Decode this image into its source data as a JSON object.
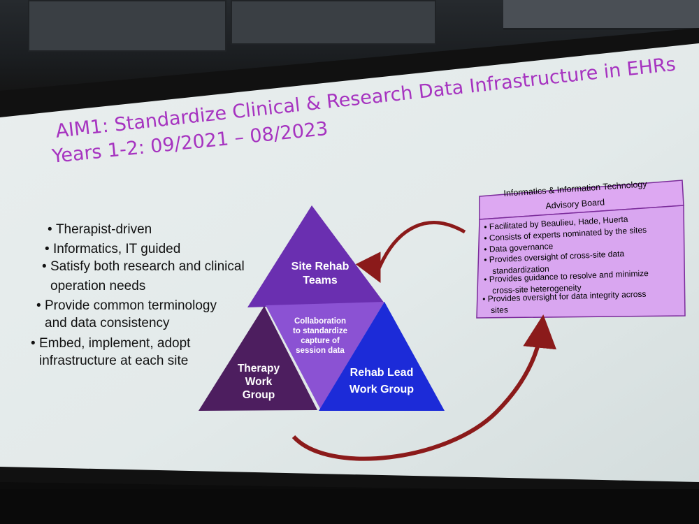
{
  "slide": {
    "title_line1": "AIM1: Standardize Clinical & Research Data Infrastructure in EHRs",
    "title_line2": "Years 1-2: 09/2021 – 08/2023",
    "bullets": [
      {
        "line1": "Therapist-driven",
        "line2": ""
      },
      {
        "line1": "Informatics, IT guided",
        "line2": ""
      },
      {
        "line1": "Satisfy both research and clinical",
        "line2": "operation needs"
      },
      {
        "line1": "Provide common terminology",
        "line2": "and data consistency"
      },
      {
        "line1": "Embed, implement, adopt",
        "line2": "infrastructure at each site"
      }
    ],
    "triangle": {
      "top": {
        "line1": "Site Rehab",
        "line2": "Teams"
      },
      "center": {
        "line1": "Collaboration",
        "line2": "to standardize",
        "line3": "capture of",
        "line4": "session data"
      },
      "left": {
        "line1": "Therapy",
        "line2": "Work",
        "line3": "Group"
      },
      "right": {
        "line1": "Rehab Lead",
        "line2": "Work Group"
      }
    },
    "board": {
      "title_line1": "Informatics & Information Technology",
      "title_line2": "Advisory Board",
      "items": [
        {
          "line1": "Facilitated by Beaulieu, Hade, Huerta",
          "line2": ""
        },
        {
          "line1": "Consists of experts nominated by the sites",
          "line2": ""
        },
        {
          "line1": "Data governance",
          "line2": ""
        },
        {
          "line1": "Provides oversight of cross-site data",
          "line2": "standardization"
        },
        {
          "line1": "Provides guidance to resolve and minimize",
          "line2": "cross-site heterogeneity"
        },
        {
          "line1": "Provides oversight for data integrity across",
          "line2": "sites"
        }
      ]
    },
    "colors": {
      "title": "#a633c0",
      "tri_top": "#6a2fb0",
      "tri_center": "#8a4fd0",
      "tri_left": "#4b1f5e",
      "tri_right": "#1f2ad6",
      "board_fill": "#d9a6f0",
      "board_border": "#7a2a9a",
      "arrow": "#8b1a1a"
    }
  }
}
